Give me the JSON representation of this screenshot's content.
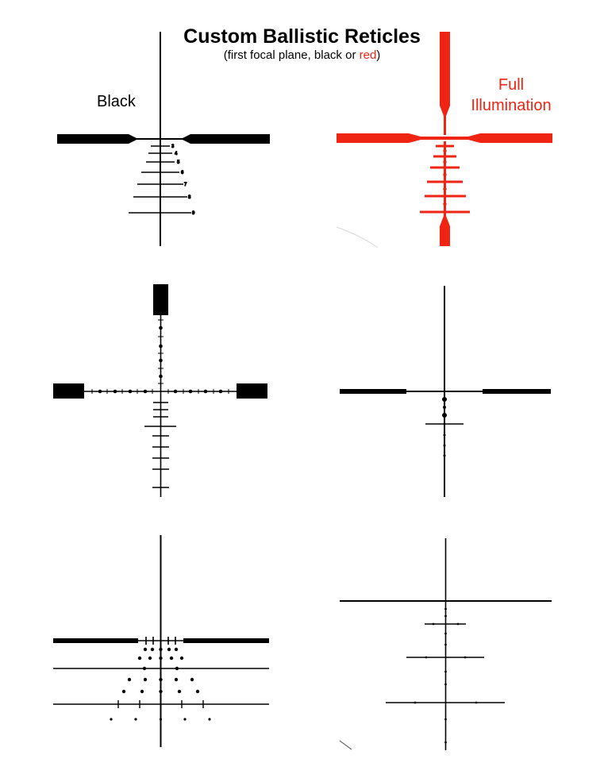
{
  "header": {
    "title": "Custom Ballistic Reticles",
    "subtitle_prefix": "(first focal plane, black or ",
    "subtitle_red": "red",
    "subtitle_suffix": ")"
  },
  "labels": {
    "black": "Black",
    "full_line1": "Full",
    "full_line2": "Illumination"
  },
  "reticle1": {
    "holdover_numbers": [
      "3",
      "4",
      "5",
      "6",
      "7",
      "8",
      "9"
    ]
  },
  "colors": {
    "black": "#000000",
    "red": "#ef2412"
  }
}
